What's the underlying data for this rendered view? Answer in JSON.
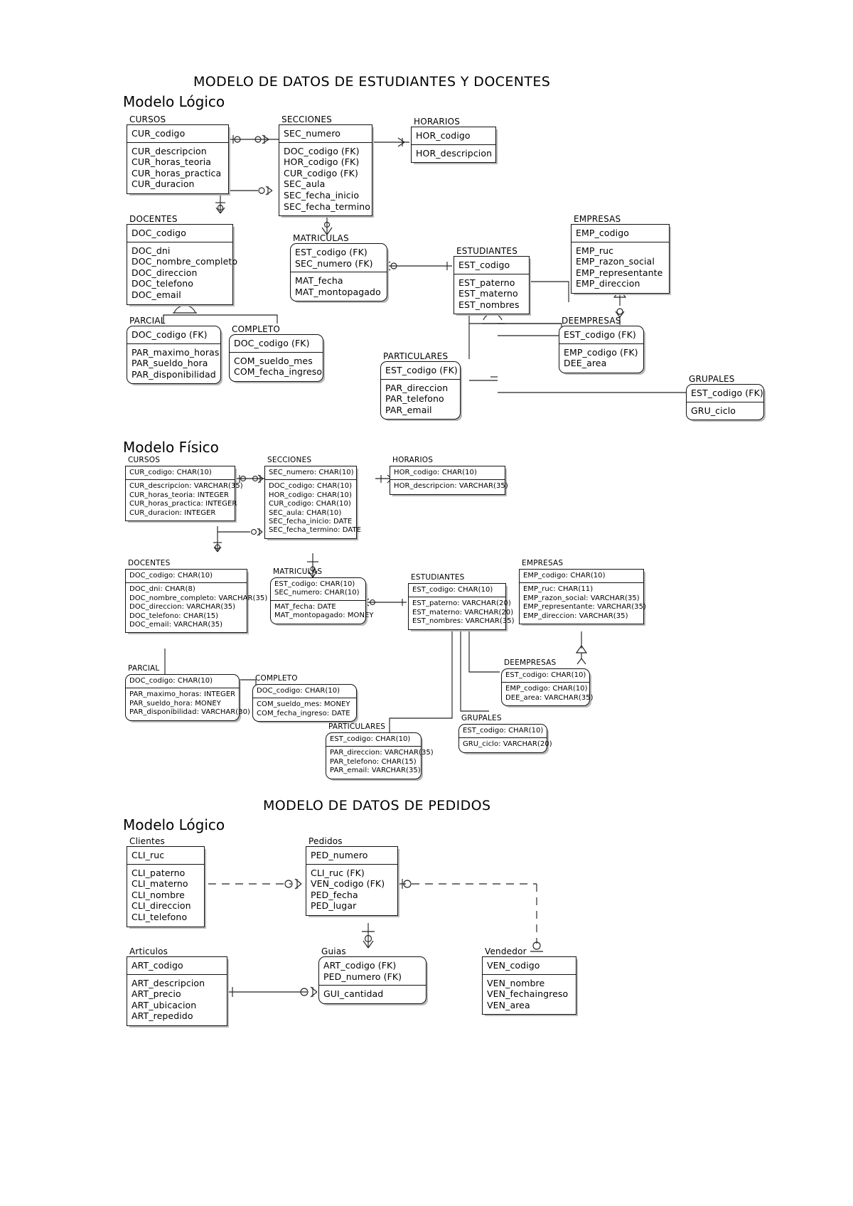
{
  "titles": {
    "students_title": "MODELO DE DATOS DE ESTUDIANTES Y DOCENTES",
    "orders_title": "MODELO DE DATOS DE PEDIDOS",
    "logical_1": "Modelo Lógico",
    "physical_1": "Modelo Físico",
    "logical_2": "Modelo Lógico"
  },
  "logical_students": {
    "entities": [
      {
        "name": "CURSOS",
        "pk": [
          "CUR_codigo"
        ],
        "attrs": [
          "CUR_descripcion",
          "CUR_horas_teoria",
          "CUR_horas_practica",
          "CUR_duracion"
        ]
      },
      {
        "name": "SECCIONES",
        "pk": [
          "SEC_numero"
        ],
        "attrs": [
          "DOC_codigo (FK)",
          "HOR_codigo (FK)",
          "CUR_codigo (FK)",
          "SEC_aula",
          "SEC_fecha_inicio",
          "SEC_fecha_termino"
        ]
      },
      {
        "name": "HORARIOS",
        "pk": [
          "HOR_codigo"
        ],
        "attrs": [
          "HOR_descripcion"
        ]
      },
      {
        "name": "DOCENTES",
        "pk": [
          "DOC_codigo"
        ],
        "attrs": [
          "DOC_dni",
          "DOC_nombre_completo",
          "DOC_direccion",
          "DOC_telefono",
          "DOC_email"
        ]
      },
      {
        "name": "MATRICULAS",
        "pk": [
          "EST_codigo (FK)",
          "SEC_numero (FK)"
        ],
        "attrs": [
          "MAT_fecha",
          "MAT_montopagado"
        ]
      },
      {
        "name": "ESTUDIANTES",
        "pk": [
          "EST_codigo"
        ],
        "attrs": [
          "EST_paterno",
          "EST_materno",
          "EST_nombres"
        ]
      },
      {
        "name": "EMPRESAS",
        "pk": [
          "EMP_codigo"
        ],
        "attrs": [
          "EMP_ruc",
          "EMP_razon_social",
          "EMP_representante",
          "EMP_direccion"
        ]
      },
      {
        "name": "PARCIAL",
        "pk": [
          "DOC_codigo (FK)"
        ],
        "attrs": [
          "PAR_maximo_horas",
          "PAR_sueldo_hora",
          "PAR_disponibilidad"
        ]
      },
      {
        "name": "COMPLETO",
        "pk": [
          "DOC_codigo (FK)"
        ],
        "attrs": [
          "COM_sueldo_mes",
          "COM_fecha_ingreso"
        ]
      },
      {
        "name": "PARTICULARES",
        "pk": [
          "EST_codigo (FK)"
        ],
        "attrs": [
          "PAR_direccion",
          "PAR_telefono",
          "PAR_email"
        ]
      },
      {
        "name": "DEEMPRESAS",
        "pk": [
          "EST_codigo (FK)"
        ],
        "attrs": [
          "EMP_codigo (FK)",
          "DEE_area"
        ]
      },
      {
        "name": "GRUPALES",
        "pk": [
          "EST_codigo (FK)"
        ],
        "attrs": [
          "GRU_ciclo"
        ]
      }
    ]
  },
  "physical_students": {
    "entities": [
      {
        "name": "CURSOS",
        "pk": [
          "CUR_codigo: CHAR(10)"
        ],
        "attrs": [
          "CUR_descripcion: VARCHAR(35)",
          "CUR_horas_teoria: INTEGER",
          "CUR_horas_practica: INTEGER",
          "CUR_duracion: INTEGER"
        ]
      },
      {
        "name": "SECCIONES",
        "pk": [
          "SEC_numero: CHAR(10)"
        ],
        "attrs": [
          "DOC_codigo: CHAR(10)",
          "HOR_codigo: CHAR(10)",
          "CUR_codigo: CHAR(10)",
          "SEC_aula: CHAR(10)",
          "SEC_fecha_inicio: DATE",
          "SEC_fecha_termino: DATE"
        ]
      },
      {
        "name": "HORARIOS",
        "pk": [
          "HOR_codigo: CHAR(10)"
        ],
        "attrs": [
          "HOR_descripcion: VARCHAR(35)"
        ]
      },
      {
        "name": "DOCENTES",
        "pk": [
          "DOC_codigo: CHAR(10)"
        ],
        "attrs": [
          "DOC_dni: CHAR(8)",
          "DOC_nombre_completo: VARCHAR(35)",
          "DOC_direccion: VARCHAR(35)",
          "DOC_telefono: CHAR(15)",
          "DOC_email: VARCHAR(35)"
        ]
      },
      {
        "name": "MATRICULAS",
        "pk": [
          "EST_codigo: CHAR(10)",
          "SEC_numero: CHAR(10)"
        ],
        "attrs": [
          "MAT_fecha: DATE",
          "MAT_montopagado: MONEY"
        ]
      },
      {
        "name": "ESTUDIANTES",
        "pk": [
          "EST_codigo: CHAR(10)"
        ],
        "attrs": [
          "EST_paterno: VARCHAR(20)",
          "EST_materno: VARCHAR(20)",
          "EST_nombres: VARCHAR(35)"
        ]
      },
      {
        "name": "EMPRESAS",
        "pk": [
          "EMP_codigo: CHAR(10)"
        ],
        "attrs": [
          "EMP_ruc: CHAR(11)",
          "EMP_razon_social: VARCHAR(35)",
          "EMP_representante: VARCHAR(35)",
          "EMP_direccion: VARCHAR(35)"
        ]
      },
      {
        "name": "PARCIAL",
        "pk": [
          "DOC_codigo: CHAR(10)"
        ],
        "attrs": [
          "PAR_maximo_horas: INTEGER",
          "PAR_sueldo_hora: MONEY",
          "PAR_disponibilidad: VARCHAR(30)"
        ]
      },
      {
        "name": "COMPLETO",
        "pk": [
          "DOC_codigo: CHAR(10)"
        ],
        "attrs": [
          "COM_sueldo_mes: MONEY",
          "COM_fecha_ingreso: DATE"
        ]
      },
      {
        "name": "PARTICULARES",
        "pk": [
          "EST_codigo: CHAR(10)"
        ],
        "attrs": [
          "PAR_direccion: VARCHAR(35)",
          "PAR_telefono: CHAR(15)",
          "PAR_email: VARCHAR(35)"
        ]
      },
      {
        "name": "DEEMPRESAS",
        "pk": [
          "EST_codigo: CHAR(10)"
        ],
        "attrs": [
          "EMP_codigo: CHAR(10)",
          "DEE_area: VARCHAR(35)"
        ]
      },
      {
        "name": "GRUPALES",
        "pk": [
          "EST_codigo: CHAR(10)"
        ],
        "attrs": [
          "GRU_ciclo: VARCHAR(20)"
        ]
      }
    ]
  },
  "logical_orders": {
    "entities": [
      {
        "name": "Clientes",
        "pk": [
          "CLI_ruc"
        ],
        "attrs": [
          "CLI_paterno",
          "CLI_materno",
          "CLI_nombre",
          "CLI_direccion",
          "CLI_telefono"
        ]
      },
      {
        "name": "Pedidos",
        "pk": [
          "PED_numero"
        ],
        "attrs": [
          "CLI_ruc (FK)",
          "VEN_codigo (FK)",
          "PED_fecha",
          "PED_lugar"
        ]
      },
      {
        "name": "Articulos",
        "pk": [
          "ART_codigo"
        ],
        "attrs": [
          "ART_descripcion",
          "ART_precio",
          "ART_ubicacion",
          "ART_repedido"
        ]
      },
      {
        "name": "Guias",
        "pk": [
          "ART_codigo (FK)",
          "PED_numero (FK)"
        ],
        "attrs": [
          "GUI_cantidad"
        ]
      },
      {
        "name": "Vendedor",
        "pk": [
          "VEN_codigo"
        ],
        "attrs": [
          "VEN_nombre",
          "VEN_fechaingreso",
          "VEN_area"
        ]
      }
    ]
  },
  "colors": {
    "line": "#222222",
    "box_border": "#111111",
    "shadow": "#b9b9b9",
    "background": "#ffffff"
  }
}
